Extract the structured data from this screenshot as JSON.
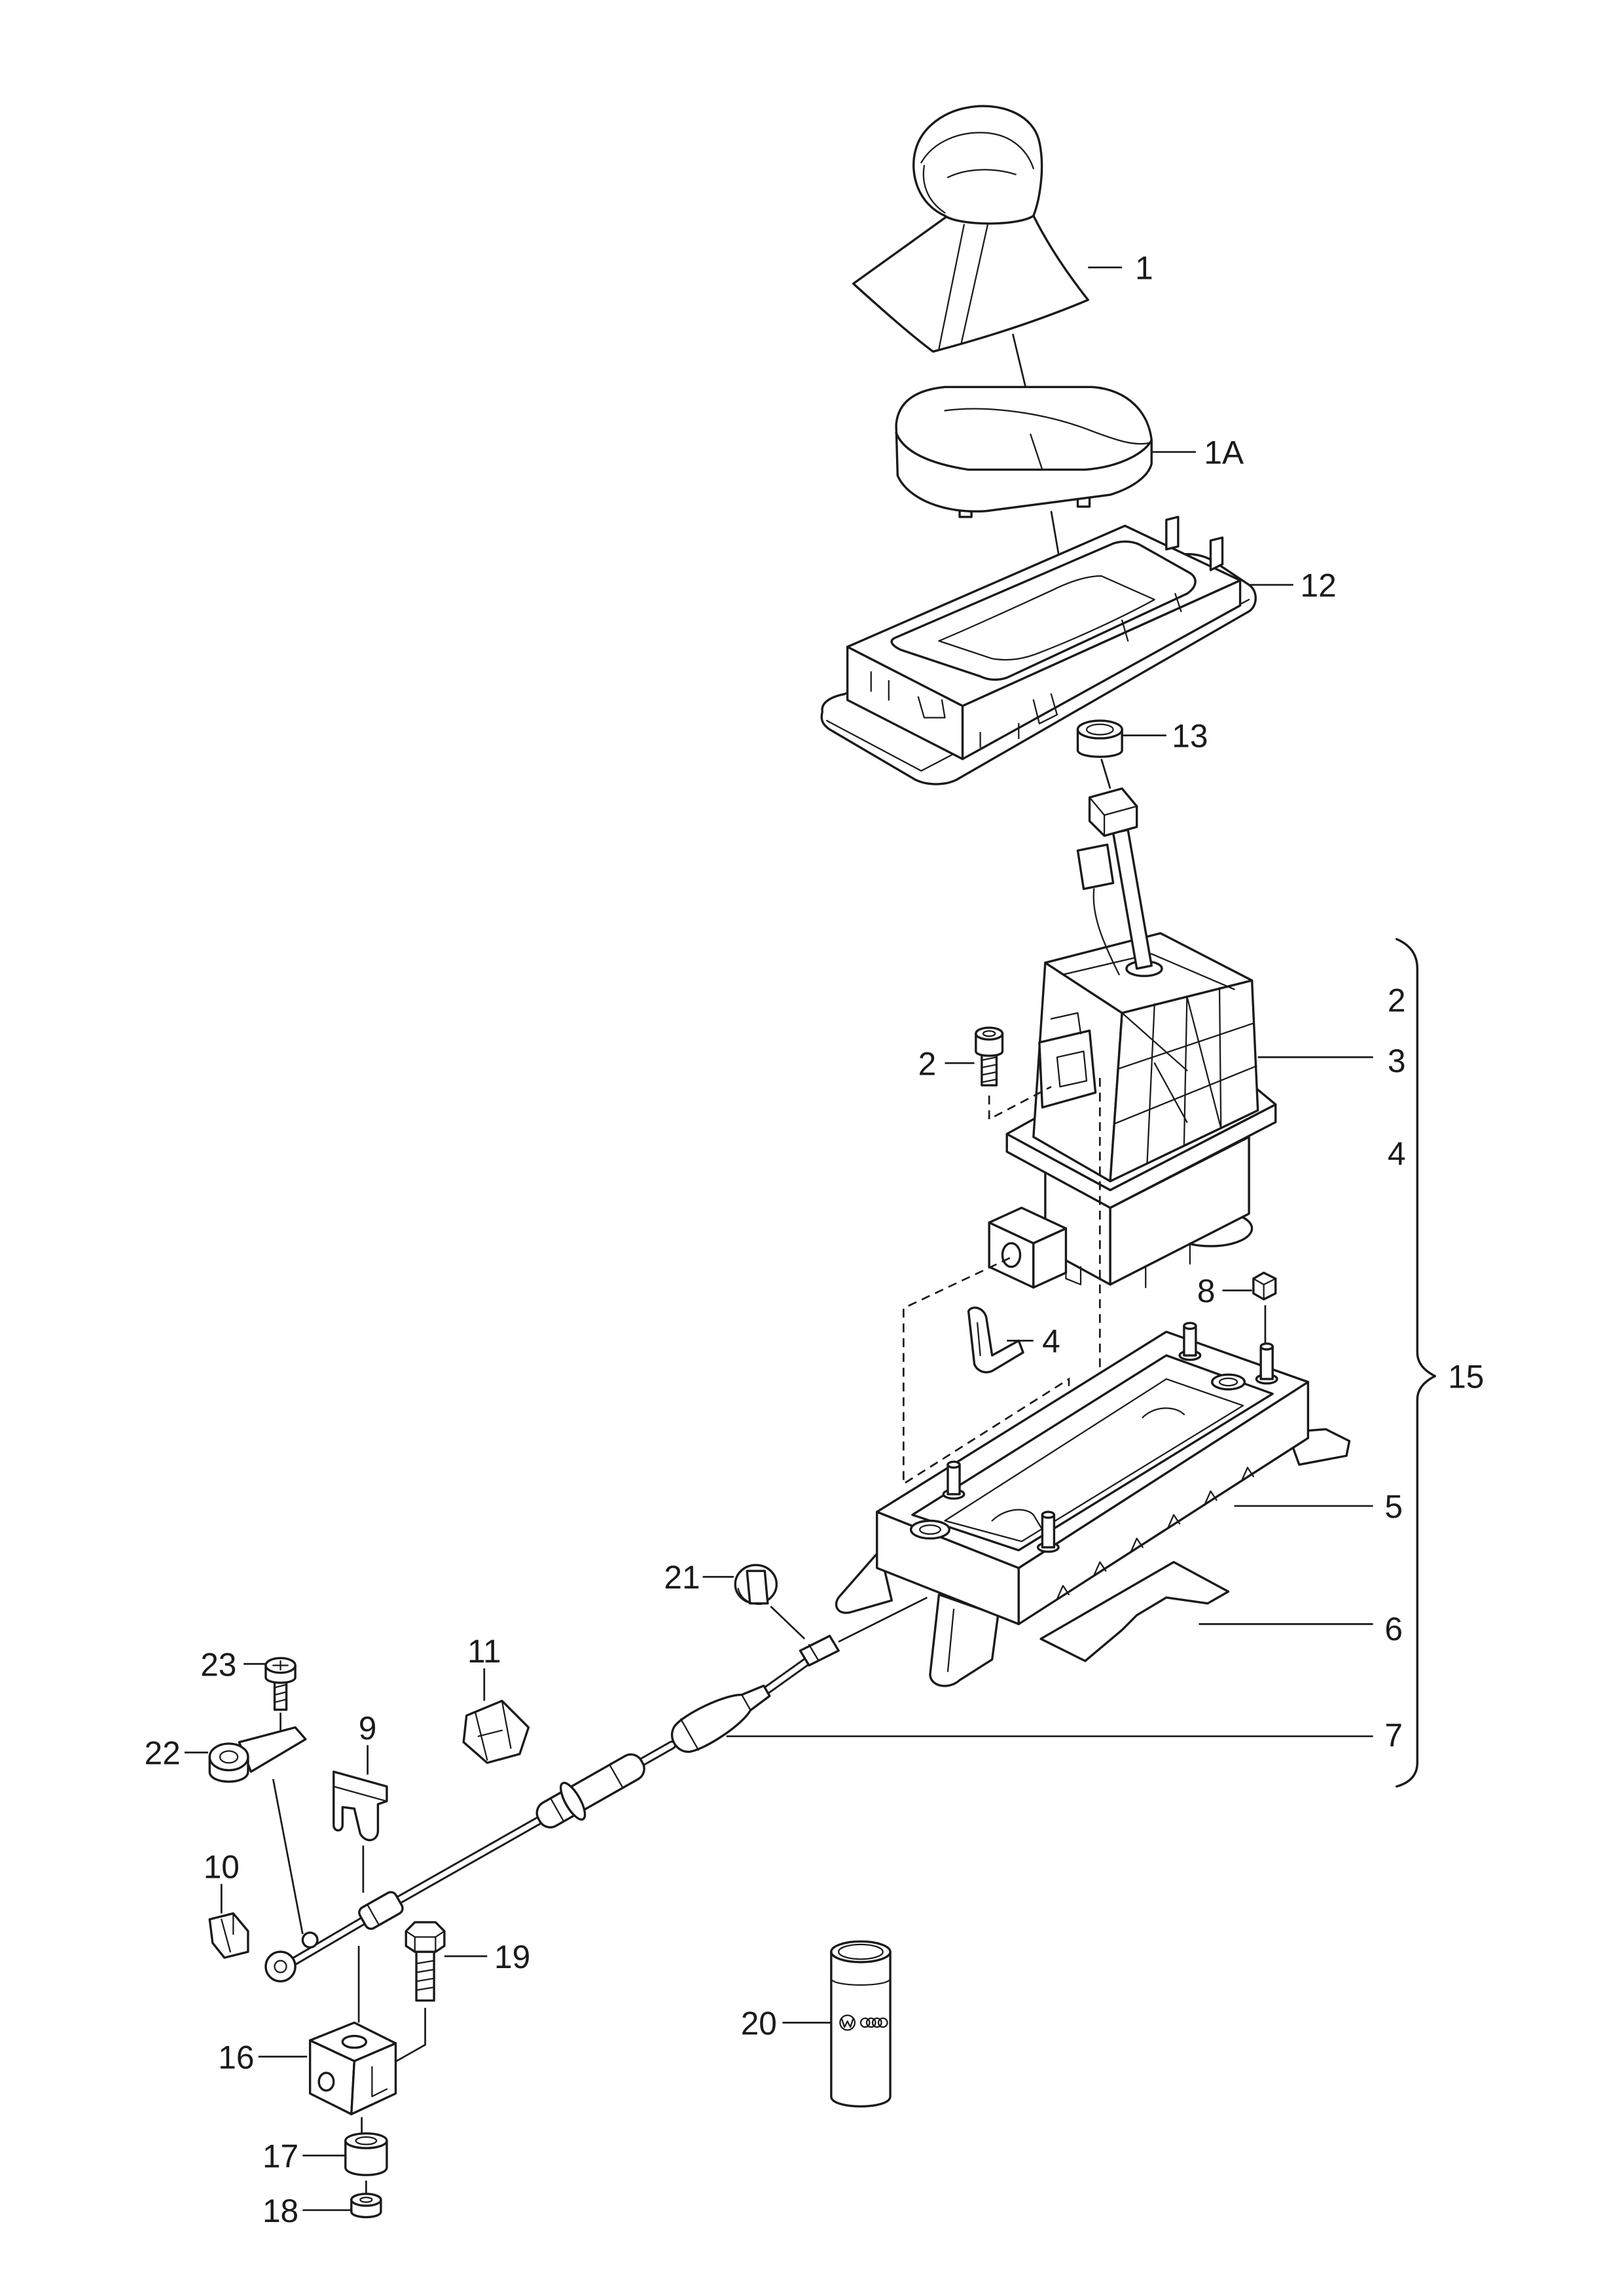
{
  "colors": {
    "line": "#1a1a1a",
    "paper": "#ffffff"
  },
  "callouts": {
    "p1": "1",
    "p1A": "1A",
    "p12": "12",
    "p13": "13",
    "p2_screw": "2",
    "p8": "8",
    "p4_clip": "4",
    "p21": "21",
    "p23": "23",
    "p11": "11",
    "p22": "22",
    "p9": "9",
    "p10": "10",
    "p19": "19",
    "p16": "16",
    "p20": "20",
    "p17": "17",
    "p18": "18"
  },
  "assembly_15": {
    "label": "15",
    "items": [
      "2",
      "3",
      "4",
      "5",
      "6",
      "7"
    ]
  }
}
